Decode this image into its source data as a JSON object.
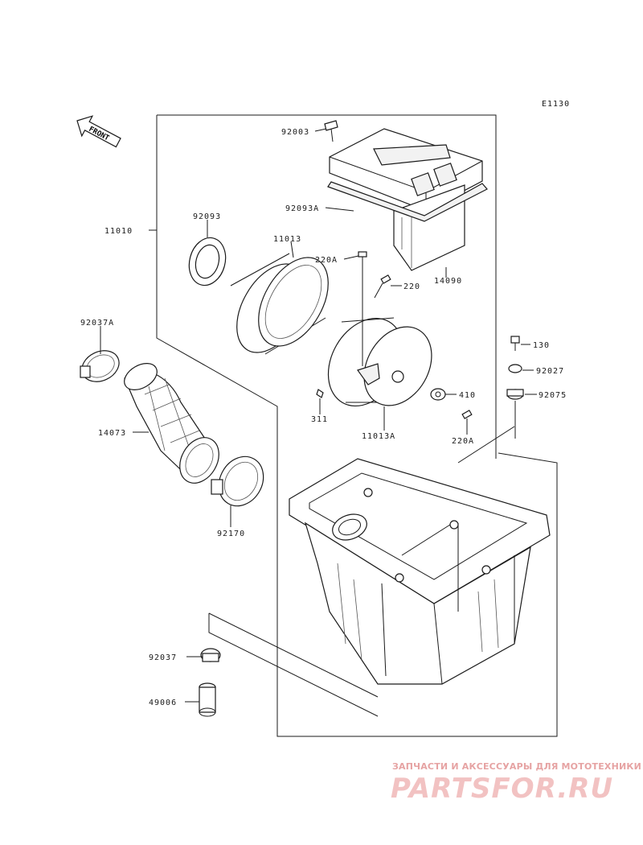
{
  "diagram_code": "E1130",
  "front_label": "FRONT",
  "watermark": {
    "tagline": "ЗАПЧАСТИ И АКСЕССУАРЫ ДЛЯ МОТОТЕХНИКИ",
    "logo": "PARTSFOR.RU"
  },
  "parts": {
    "p92003": "92003",
    "p92093A": "92093A",
    "p14090": "14090",
    "p82093": "92093",
    "p11013": "11013",
    "p220A_top": "220A",
    "p220": "220",
    "p11010": "11010",
    "p92037A": "92037A",
    "p130": "130",
    "p92027": "92027",
    "p92075": "92075",
    "p410": "410",
    "p311": "311",
    "p11013A": "11013A",
    "p220A_bot": "220A",
    "p14073": "14073",
    "p92170": "92170",
    "p92037": "92037",
    "p49006": "49006"
  }
}
